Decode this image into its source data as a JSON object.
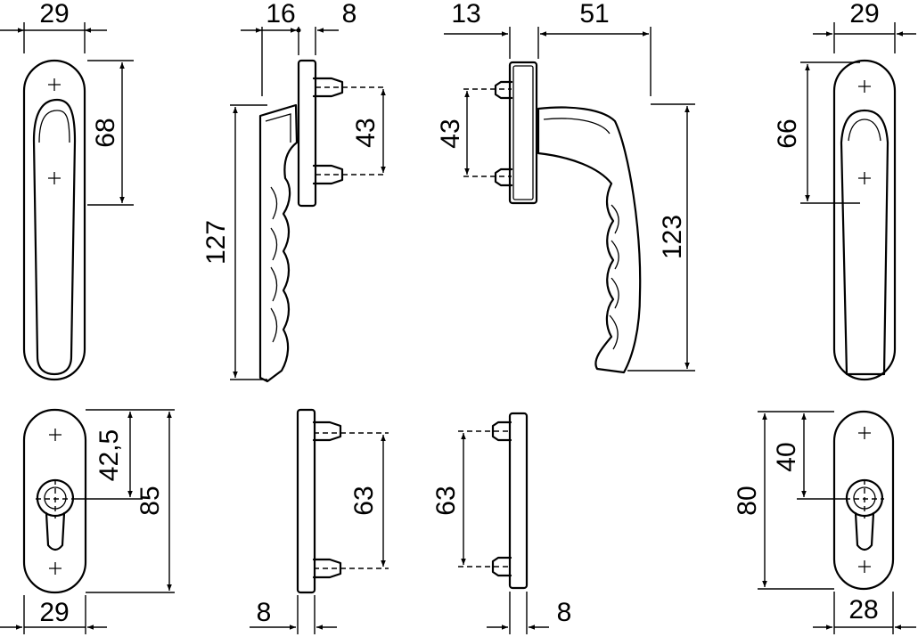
{
  "dimensions": {
    "a_top_width": "29",
    "a_height": "68",
    "b_top_left": "16",
    "b_top_right": "8",
    "b_screw": "43",
    "b_height": "127",
    "c_top_left": "13",
    "c_top_right": "51",
    "c_screw": "43",
    "c_height": "123",
    "d_top_width": "29",
    "d_height": "66",
    "e_half": "42,5",
    "e_full": "85",
    "e_width": "29",
    "f_screw": "63",
    "f_thick": "8",
    "g_screw": "63",
    "g_thick": "8",
    "h_half": "40",
    "h_full": "80",
    "h_width": "28"
  }
}
